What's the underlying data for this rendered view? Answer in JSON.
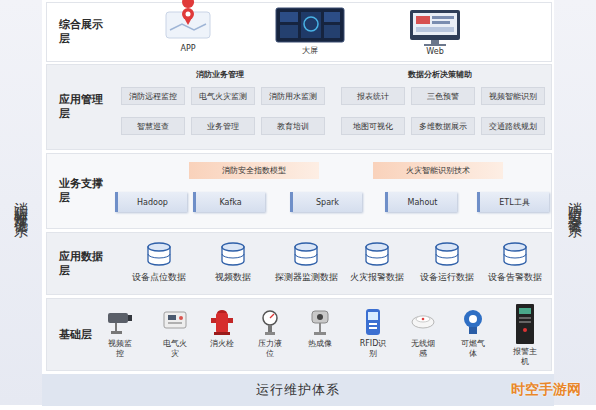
{
  "diagram": {
    "nodes": [
      {
        "text": [
          "消防标准规范体系"
        ]
      },
      {
        "text": [
          "综合展示层"
        ]
      },
      {
        "text": [
          "应用管理层"
        ]
      },
      {
        "text": [
          "消防远程监控"
        ],
        "in": 2
      },
      {
        "text": [
          "电气火灾监测"
        ],
        "in": 2
      },
      {
        "text": [
          "消防用水监测"
        ],
        "in": 2
      },
      {
        "text": [
          "报表统计"
        ],
        "in": 2
      },
      {
        "text": [
          "三色预警"
        ],
        "in": 2
      },
      {
        "text": [
          "视频智能识别"
        ],
        "in": 2
      },
      {
        "text": [
          "智慧巡查"
        ],
        "in": 2
      },
      {
        "text": [
          "业务管理"
        ],
        "in": 2
      },
      {
        "text": [
          "教育培训"
        ],
        "in": 2
      },
      {
        "text": [
          "地图可视化"
        ],
        "in": 2
      },
      {
        "text": [
          "多维数据展示"
        ],
        "in": 2
      },
      {
        "text": [
          "交通路线规划"
        ],
        "in": 2
      },
      {
        "text": [
          "业务支撑层"
        ]
      },
      {
        "text": [
          "消防安全指数模型"
        ],
        "in": 15
      },
      {
        "text": [
          "火灾智能识别技术"
        ],
        "in": 15
      },
      {
        "text": [
          "Hadoop"
        ],
        "in": 15
      },
      {
        "text": [
          "Kafka"
        ],
        "in": 15
      },
      {
        "text": [
          "Spark"
        ],
        "in": 15
      },
      {
        "text": [
          "Mahout"
        ],
        "in": 15
      },
      {
        "text": [
          "ETL工具"
        ],
        "in": 15
      },
      {
        "text": [
          "应用数据层"
        ]
      },
      {
        "text": [
          "设备点位数据"
        ],
        "in": 23
      },
      {
        "text": [
          "视频数据"
        ],
        "in": 23
      },
      {
        "text": [
          "探测器监测数据"
        ],
        "in": 23
      },
      {
        "text": [
          "火灾报警数据"
        ],
        "in": 23
      },
      {
        "text": [
          "设备运行数据"
        ],
        "in": 23
      },
      {
        "text": [
          "设备告警数据"
        ],
        "in": 23
      },
      {
        "text": [
          "基础层"
        ]
      },
      {
        "text": [
          "消防信息安全体系"
        ]
      },
      {
        "text": [
          "运行维护体系"
        ]
      }
    ],
    "labels": [
      "APP",
      "大屏",
      "Web",
      "消防业务管理",
      "数据分析决策辅助",
      "视频监控",
      "电气火灾",
      "消火栓",
      "压力液位",
      "热成像",
      "RFID识别",
      "无线烟感",
      "可燃气体",
      "报警主机",
      "时空手游网"
    ]
  }
}
